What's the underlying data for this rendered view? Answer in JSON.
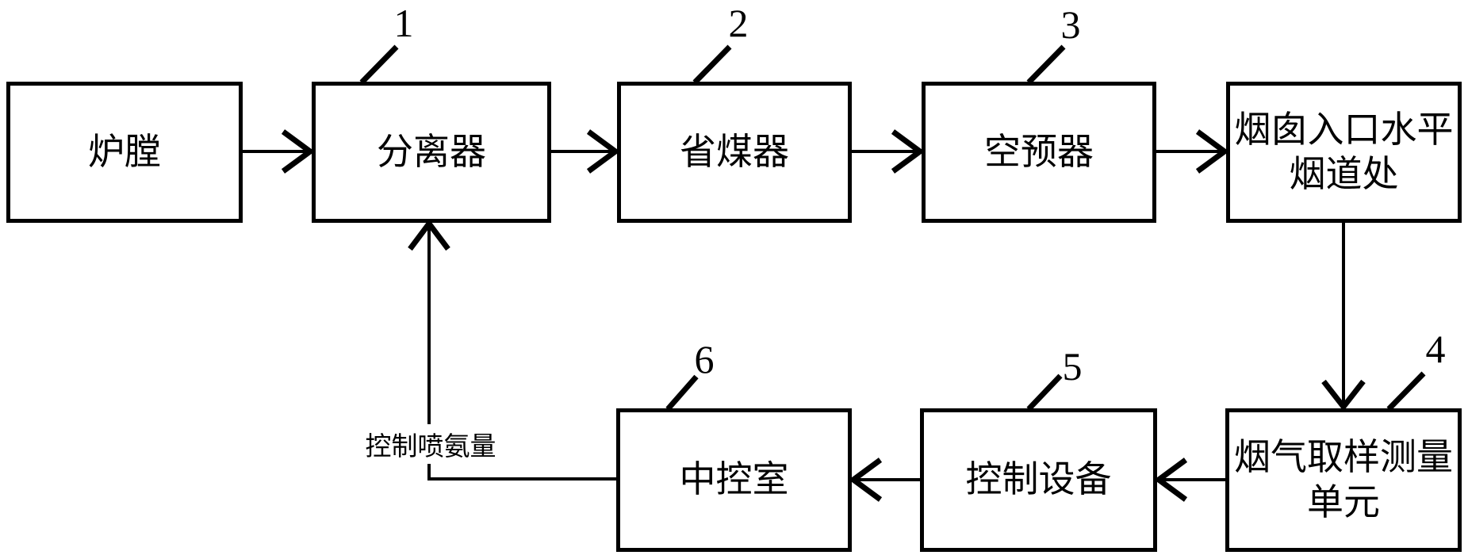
{
  "diagram": {
    "title_implicit": "",
    "colors": {
      "background": "#ffffff",
      "line": "#000000",
      "text": "#000000"
    },
    "boxes": [
      {
        "id": "furnace",
        "label": "炉膛",
        "ref": ""
      },
      {
        "id": "separator",
        "label": "分离器",
        "ref": "1"
      },
      {
        "id": "economizer",
        "label": "省煤器",
        "ref": "2"
      },
      {
        "id": "air-preheater",
        "label": "空预器",
        "ref": "3"
      },
      {
        "id": "chimney-inlet",
        "label": "烟囱入口水平烟道处",
        "ref": ""
      },
      {
        "id": "sampling-unit",
        "label": "烟气取样测量单元",
        "ref": "4"
      },
      {
        "id": "control-device",
        "label": "控制设备",
        "ref": "5"
      },
      {
        "id": "control-room",
        "label": "中控室",
        "ref": "6"
      }
    ],
    "edges": [
      {
        "from": "炉膛",
        "to": "分离器",
        "label": ""
      },
      {
        "from": "分离器",
        "to": "省煤器",
        "label": ""
      },
      {
        "from": "省煤器",
        "to": "空预器",
        "label": ""
      },
      {
        "from": "空预器",
        "to": "烟囱入口水平烟道处",
        "label": ""
      },
      {
        "from": "烟囱入口水平烟道处",
        "to": "烟气取样测量单元",
        "label": ""
      },
      {
        "from": "烟气取样测量单元",
        "to": "控制设备",
        "label": ""
      },
      {
        "from": "控制设备",
        "to": "中控室",
        "label": ""
      },
      {
        "from": "中控室",
        "to": "分离器",
        "label": "控制喷氨量"
      }
    ]
  }
}
